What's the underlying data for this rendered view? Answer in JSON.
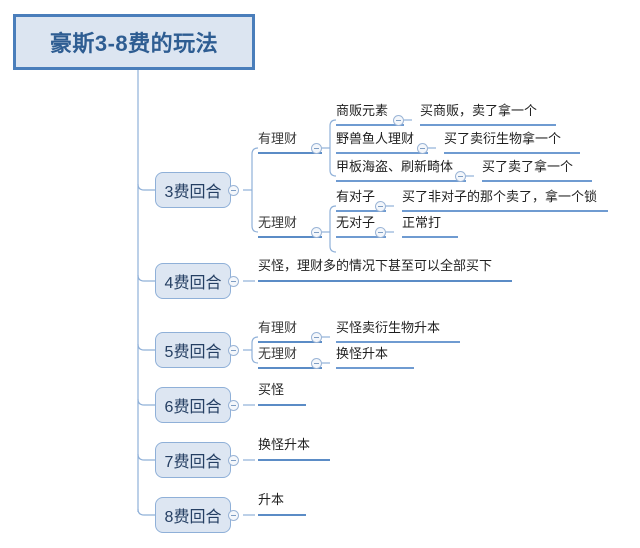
{
  "document": {
    "type": "mind-map",
    "background": "#ffffff",
    "accent_color": "#4a7ebb",
    "node_fill": "#dce5f1",
    "node_border": "#8fb0d8",
    "underline_color": "#6f9bd1"
  },
  "root": {
    "label": "豪斯3-8费的玩法"
  },
  "branches": [
    {
      "id": "cost3",
      "label": "3费回合",
      "toggle": "collapse-toggle",
      "children": [
        {
          "label": "有理财",
          "toggle": "collapse-toggle",
          "children": [
            {
              "label": "商贩元素",
              "toggle": "collapse-toggle",
              "detail": "买商贩，卖了拿一个"
            },
            {
              "label": "野兽鱼人理财",
              "toggle": "collapse-toggle",
              "detail": "买了卖衍生物拿一个"
            },
            {
              "label": "甲板海盗、刷新畸体",
              "toggle": "collapse-toggle",
              "detail": "买了卖了拿一个"
            }
          ]
        },
        {
          "label": "无理财",
          "toggle": "collapse-toggle",
          "children": [
            {
              "label": "有对子",
              "toggle": "collapse-toggle",
              "detail": "买了非对子的那个卖了，拿一个锁"
            },
            {
              "label": "无对子",
              "toggle": "collapse-toggle",
              "detail": "正常打"
            }
          ]
        }
      ]
    },
    {
      "id": "cost4",
      "label": "4费回合",
      "toggle": "collapse-toggle",
      "children": [
        {
          "label": "买怪，理财多的情况下甚至可以全部买下"
        }
      ]
    },
    {
      "id": "cost5",
      "label": "5费回合",
      "toggle": "collapse-toggle",
      "children": [
        {
          "label": "有理财",
          "toggle": "collapse-toggle",
          "detail": "买怪卖衍生物升本"
        },
        {
          "label": "无理财",
          "toggle": "collapse-toggle",
          "detail": "换怪升本"
        }
      ]
    },
    {
      "id": "cost6",
      "label": "6费回合",
      "toggle": "collapse-toggle",
      "children": [
        {
          "label": "买怪"
        }
      ]
    },
    {
      "id": "cost7",
      "label": "7费回合",
      "toggle": "collapse-toggle",
      "children": [
        {
          "label": "换怪升本"
        }
      ]
    },
    {
      "id": "cost8",
      "label": "8费回合",
      "toggle": "collapse-toggle",
      "children": [
        {
          "label": "升本"
        }
      ]
    }
  ]
}
